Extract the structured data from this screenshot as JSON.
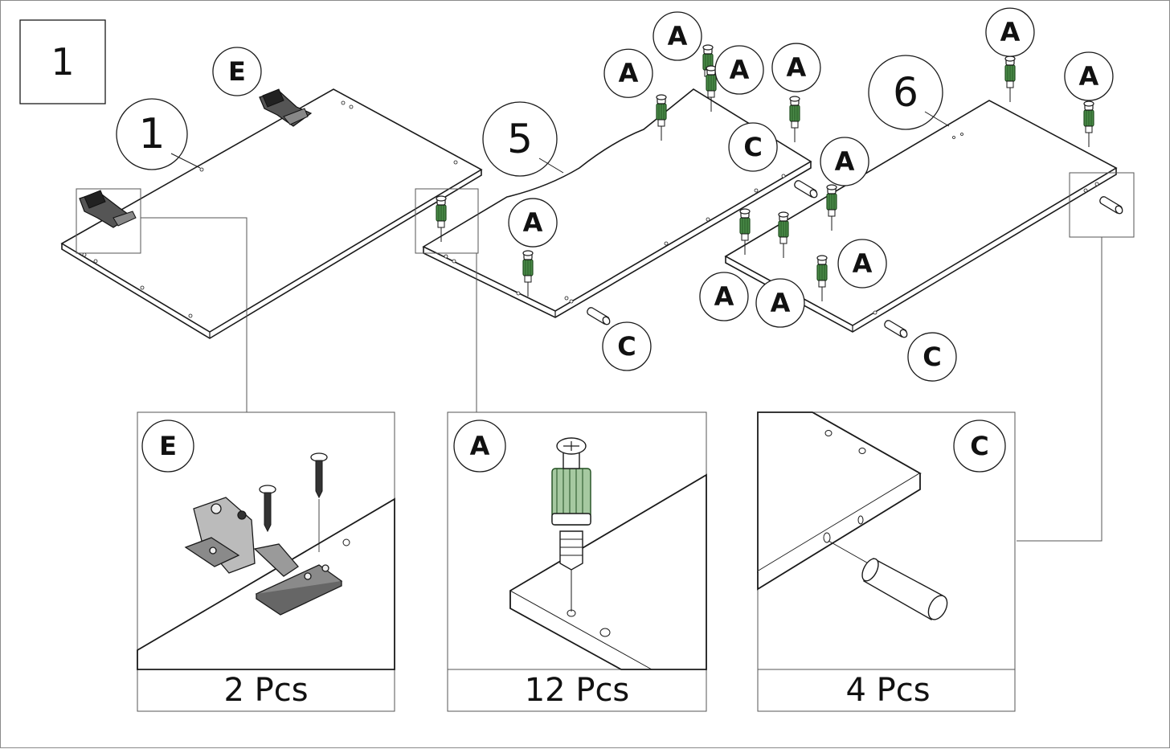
{
  "step": {
    "number": "1"
  },
  "parts": [
    {
      "id": "1",
      "label": "1"
    },
    {
      "id": "5",
      "label": "5"
    },
    {
      "id": "6",
      "label": "6"
    }
  ],
  "callouts": [
    {
      "letter": "E",
      "fx": 0.2019,
      "fy": 0.0945
    },
    {
      "letter": "A",
      "fx": 0.5364,
      "fy": 0.0969
    },
    {
      "letter": "A",
      "fx": 0.5783,
      "fy": 0.0473
    },
    {
      "letter": "A",
      "fx": 0.6312,
      "fy": 0.0924
    },
    {
      "letter": "A",
      "fx": 0.6799,
      "fy": 0.0892
    },
    {
      "letter": "C",
      "fx": 0.6429,
      "fy": 0.1955
    },
    {
      "letter": "A",
      "fx": 0.4547,
      "fy": 0.2965
    },
    {
      "letter": "C",
      "fx": 0.535,
      "fy": 0.4619
    },
    {
      "letter": "A",
      "fx": 0.8626,
      "fy": 0.042
    },
    {
      "letter": "A",
      "fx": 0.9299,
      "fy": 0.101
    },
    {
      "letter": "A",
      "fx": 0.7212,
      "fy": 0.2148
    },
    {
      "letter": "A",
      "fx": 0.7363,
      "fy": 0.3512
    },
    {
      "letter": "A",
      "fx": 0.6181,
      "fy": 0.3953
    },
    {
      "letter": "A",
      "fx": 0.6662,
      "fy": 0.4039
    },
    {
      "letter": "C",
      "fx": 0.796,
      "fy": 0.4759
    }
  ],
  "details": [
    {
      "letter": "E",
      "quantity": "2 Pcs",
      "part": "hinge"
    },
    {
      "letter": "A",
      "quantity": "12 Pcs",
      "part": "cam-dowel"
    },
    {
      "letter": "C",
      "quantity": "4 Pcs",
      "part": "wooden-dowel"
    }
  ],
  "colors": {
    "line": "#1a1a1a",
    "dowel_green": "#4a8a48",
    "dowel_dark": "#1f4d1e",
    "frame": "#8a8a8a"
  }
}
